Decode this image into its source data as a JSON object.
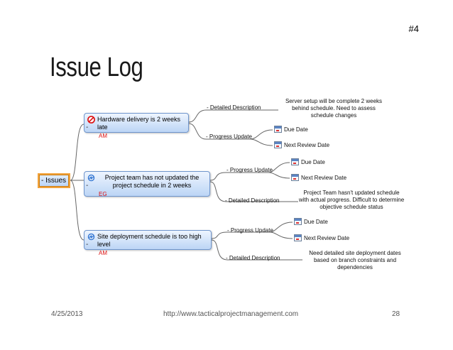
{
  "slide": {
    "number_label": "#4",
    "title": "Issue Log",
    "footer_date": "4/25/2013",
    "footer_url": "http://www.tacticalprojectmanagement.com",
    "footer_page": "28"
  },
  "mindmap": {
    "root_label": "- Issues",
    "collapse_symbol": "-",
    "issues": [
      {
        "title": "Hardware delivery is 2 weeks late",
        "owner": "AM",
        "icon": "prohibited-icon",
        "detailed_label": "- Detailed Description",
        "detailed_text": "Server setup will be complete 2 weeks behind schedule.  Need to assess schedule changes",
        "progress_label": "- Progress Update",
        "progress_items": [
          "Due Date",
          "Next Review Date"
        ]
      },
      {
        "title": "Project team has not updated the project schedule in 2 weeks",
        "owner": "EG",
        "icon": "refresh-icon",
        "progress_label": "- Progress Update",
        "progress_items": [
          "Due Date",
          "Next Review Date"
        ],
        "detailed_label": "- Detailed Description",
        "detailed_text": "Project Team hasn't updated schedule with actual progress.  Difficult to determine objective schedule status"
      },
      {
        "title": "Site deployment schedule is too high level",
        "owner": "AM",
        "icon": "refresh-icon",
        "progress_label": "- Progress Update",
        "progress_items": [
          "Due Date",
          "Next Review Date"
        ],
        "detailed_label": "- Detailed Description",
        "detailed_text": "Need detailed site deployment dates based on branch constraints and dependencies"
      }
    ]
  },
  "colors": {
    "node_border": "#6f95cc",
    "root_border": "#f2a23a",
    "owner_text": "#dd1111",
    "connector": "#666666"
  }
}
